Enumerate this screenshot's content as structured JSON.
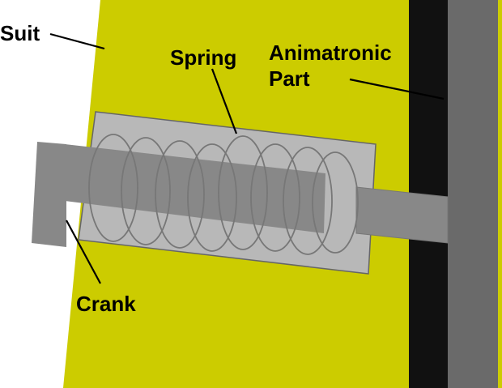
{
  "labels": {
    "suit": "Suit",
    "spring": "Spring",
    "animatronic_line1": "Animatronic",
    "animatronic_line2": "Part",
    "crank": "Crank"
  },
  "colors": {
    "background": "#ffffff",
    "suit": "#cccc00",
    "housing": "#b8b8b8",
    "rod": "#888888",
    "animatronic_dark": "#111111",
    "animatronic_light": "#6a6a6a",
    "spring_coil": "#777777",
    "leader_line": "#000000"
  }
}
